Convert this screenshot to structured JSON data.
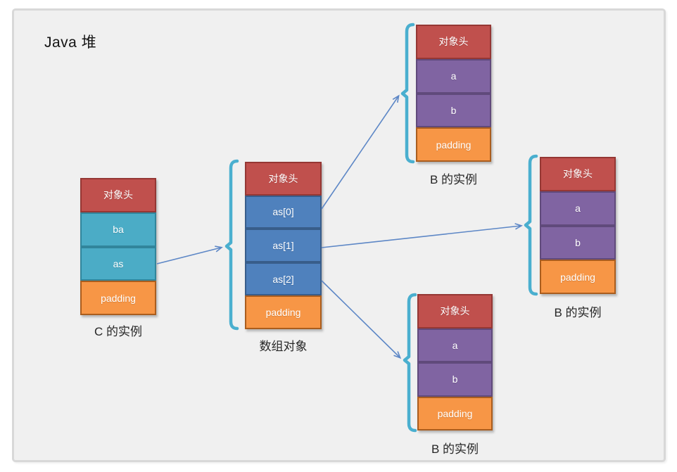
{
  "title": "Java 堆",
  "colors": {
    "object_header_fill": "#c0504d",
    "object_header_border": "#953734",
    "c_field_fill": "#4bacc6",
    "c_field_border": "#31859b",
    "array_element_fill": "#4f81bd",
    "array_element_border": "#385d8a",
    "b_field_fill": "#8064a2",
    "b_field_border": "#604a7b",
    "padding_fill": "#f79646",
    "padding_border": "#aa5d1e",
    "brace": "#4aafcf",
    "arrow": "#5d87c6",
    "canvas_bg": "#f0f0f0",
    "canvas_border": "#d8d8d8"
  },
  "objects": [
    {
      "label": "C 的实例",
      "cells": [
        "对象头",
        "ba",
        "as",
        "padding"
      ]
    },
    {
      "label": "数组对象",
      "cells": [
        "对象头",
        "as[0]",
        "as[1]",
        "as[2]",
        "padding"
      ]
    },
    {
      "label": "B 的实例",
      "cells": [
        "对象头",
        "a",
        "b",
        "padding"
      ]
    },
    {
      "label": "B 的实例",
      "cells": [
        "对象头",
        "a",
        "b",
        "padding"
      ]
    },
    {
      "label": "B 的实例",
      "cells": [
        "对象头",
        "a",
        "b",
        "padding"
      ]
    }
  ],
  "arrows": [
    {
      "from": "C 的实例.as",
      "to": "数组对象"
    },
    {
      "from": "数组对象.as[0]",
      "to": "B 的实例 (top)"
    },
    {
      "from": "数组对象.as[1]",
      "to": "B 的实例 (right)"
    },
    {
      "from": "数组对象.as[2]",
      "to": "B 的实例 (bottom)"
    }
  ]
}
